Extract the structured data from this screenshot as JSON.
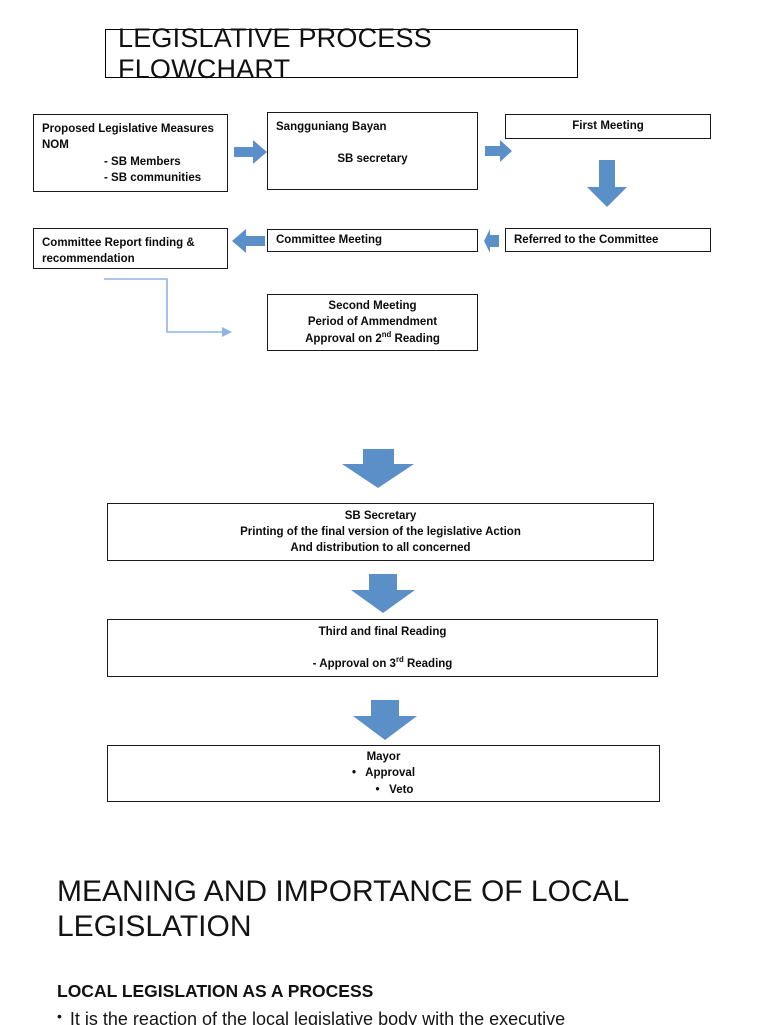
{
  "document": {
    "title": "LEGISLATIVE PROCESS FLOWCHART"
  },
  "colors": {
    "arrow_blue": "#5b8fc7",
    "arrow_blue_dark": "#4a80ba",
    "connector_blue": "#8db4e2",
    "box_border": "#1a1a1a",
    "text": "#0b0b0b"
  },
  "flowchart": {
    "nodes": {
      "proposed_measures": {
        "line1": "Proposed Legislative Measures",
        "line2": "NOM",
        "line3": "- SB Members",
        "line4": "- SB communities"
      },
      "sangguniang_bayan": {
        "line1": "Sangguniang Bayan",
        "line2": "SB secretary"
      },
      "first_meeting": {
        "label": "First Meeting"
      },
      "referred_to_committee": {
        "label": "Referred to the Committee"
      },
      "committee_meeting": {
        "label": "Committee Meeting"
      },
      "committee_report": {
        "line1": "Committee Report finding &",
        "line2": "recommendation"
      },
      "second_meeting": {
        "line1": "Second Meeting",
        "line2": "Period of Ammendment",
        "line3_pre": "Approval on 2",
        "line3_sup": "nd",
        "line3_post": " Reading"
      },
      "sb_secretary_printing": {
        "line1": "SB Secretary",
        "line2": "Printing of the final version of the legislative Action",
        "line3": "And distribution to all concerned"
      },
      "third_reading": {
        "line1": "Third and final Reading",
        "line2_pre": "- Approval on 3",
        "line2_sup": "rd",
        "line2_post": " Reading"
      },
      "mayor": {
        "line1": "Mayor",
        "bullet1": "Approval",
        "bullet2": "Veto"
      }
    },
    "arrows": {
      "right_1": "arrow-right",
      "right_2": "arrow-right",
      "down_first_meeting": "arrow-down",
      "left_committee_to_report": "arrow-left",
      "left_referred_to_meeting": "arrow-left",
      "elbow_report_to_second_meeting": "elbow-connector-arrow",
      "down_to_sb_secretary": "arrow-down",
      "down_to_third_reading": "arrow-down",
      "down_to_mayor": "arrow-down"
    }
  },
  "body_text": {
    "heading": "MEANING AND IMPORTANCE OF LOCAL LEGISLATION",
    "subheading": "LOCAL LEGISLATION AS A PROCESS",
    "bullet_1_marker": "•",
    "bullet_1": "It is the reaction of the local legislative body with the executive"
  }
}
